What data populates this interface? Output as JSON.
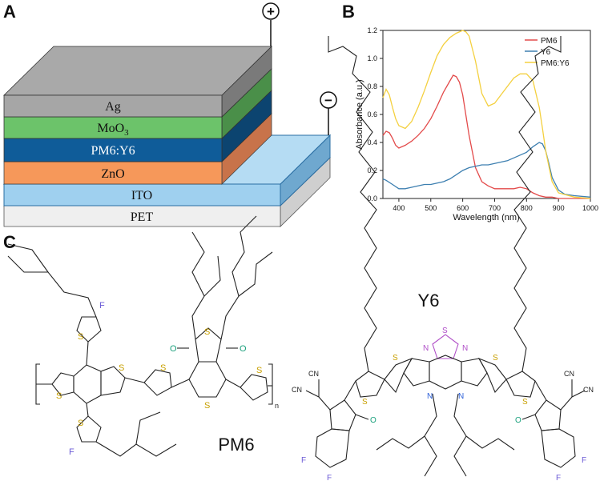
{
  "panels": {
    "a": "A",
    "b": "B",
    "c": "C"
  },
  "device": {
    "layers": [
      {
        "label": "Ag",
        "color": "#a6a6a6"
      },
      {
        "label": "MoO",
        "sub": "3",
        "color": "#6cc36a"
      },
      {
        "label": "PM6:Y6",
        "color": "#0f5c99"
      },
      {
        "label": "ZnO",
        "color": "#f6985a"
      },
      {
        "label": "ITO",
        "color": "#9fd0ef"
      },
      {
        "label": "PET",
        "color": "#efefef"
      }
    ],
    "plus": "+",
    "minus": "−"
  },
  "chart_data": {
    "type": "line",
    "xlabel": "Wavelength (nm)",
    "ylabel": "Absorbance (a.u.)",
    "xlim": [
      350,
      1000
    ],
    "ylim": [
      0,
      1.2
    ],
    "xticks": [
      400,
      500,
      600,
      700,
      800,
      900,
      1000
    ],
    "yticks": [
      0.0,
      0.2,
      0.4,
      0.6,
      0.8,
      1.0,
      1.2
    ],
    "legend_position": "top-right",
    "series": [
      {
        "name": "PM6",
        "color": "#e34a4a",
        "x": [
          350,
          360,
          370,
          380,
          390,
          400,
          420,
          440,
          460,
          480,
          500,
          520,
          540,
          560,
          570,
          580,
          590,
          600,
          620,
          640,
          660,
          680,
          700,
          720,
          740,
          760,
          780,
          800,
          820,
          840,
          860,
          880,
          900,
          950,
          1000
        ],
        "y": [
          0.45,
          0.48,
          0.47,
          0.43,
          0.38,
          0.36,
          0.38,
          0.41,
          0.45,
          0.5,
          0.57,
          0.66,
          0.76,
          0.84,
          0.88,
          0.87,
          0.83,
          0.74,
          0.45,
          0.22,
          0.12,
          0.09,
          0.07,
          0.07,
          0.07,
          0.07,
          0.08,
          0.07,
          0.04,
          0.02,
          0.01,
          0.01,
          0.0,
          0.0,
          0.0
        ]
      },
      {
        "name": "Y6",
        "color": "#3d7fb0",
        "x": [
          350,
          360,
          380,
          400,
          420,
          440,
          460,
          480,
          500,
          520,
          540,
          560,
          580,
          600,
          620,
          640,
          660,
          680,
          700,
          720,
          740,
          760,
          780,
          800,
          820,
          840,
          850,
          860,
          870,
          880,
          900,
          920,
          950,
          1000
        ],
        "y": [
          0.14,
          0.13,
          0.1,
          0.07,
          0.07,
          0.08,
          0.09,
          0.1,
          0.1,
          0.11,
          0.12,
          0.14,
          0.17,
          0.2,
          0.22,
          0.23,
          0.24,
          0.24,
          0.25,
          0.26,
          0.27,
          0.29,
          0.31,
          0.33,
          0.37,
          0.4,
          0.39,
          0.34,
          0.25,
          0.15,
          0.06,
          0.03,
          0.02,
          0.01
        ]
      },
      {
        "name": "PM6:Y6",
        "color": "#f4d03f",
        "x": [
          350,
          360,
          370,
          380,
          390,
          400,
          420,
          440,
          460,
          480,
          500,
          520,
          540,
          560,
          580,
          600,
          610,
          620,
          640,
          660,
          680,
          700,
          720,
          740,
          760,
          780,
          800,
          820,
          840,
          850,
          860,
          880,
          900,
          950,
          1000
        ],
        "y": [
          0.72,
          0.78,
          0.74,
          0.65,
          0.57,
          0.52,
          0.5,
          0.55,
          0.65,
          0.77,
          0.9,
          1.02,
          1.1,
          1.15,
          1.18,
          1.2,
          1.19,
          1.16,
          0.98,
          0.75,
          0.66,
          0.68,
          0.74,
          0.8,
          0.86,
          0.89,
          0.89,
          0.84,
          0.65,
          0.5,
          0.34,
          0.12,
          0.04,
          0.01,
          0.0
        ]
      }
    ]
  },
  "molecules": {
    "pm6": {
      "name": "PM6",
      "s": "S",
      "f": "F",
      "o": "O",
      "n": "n"
    },
    "y6": {
      "name": "Y6",
      "s": "S",
      "n": "N",
      "f": "F",
      "o": "O",
      "cn": "CN"
    }
  }
}
